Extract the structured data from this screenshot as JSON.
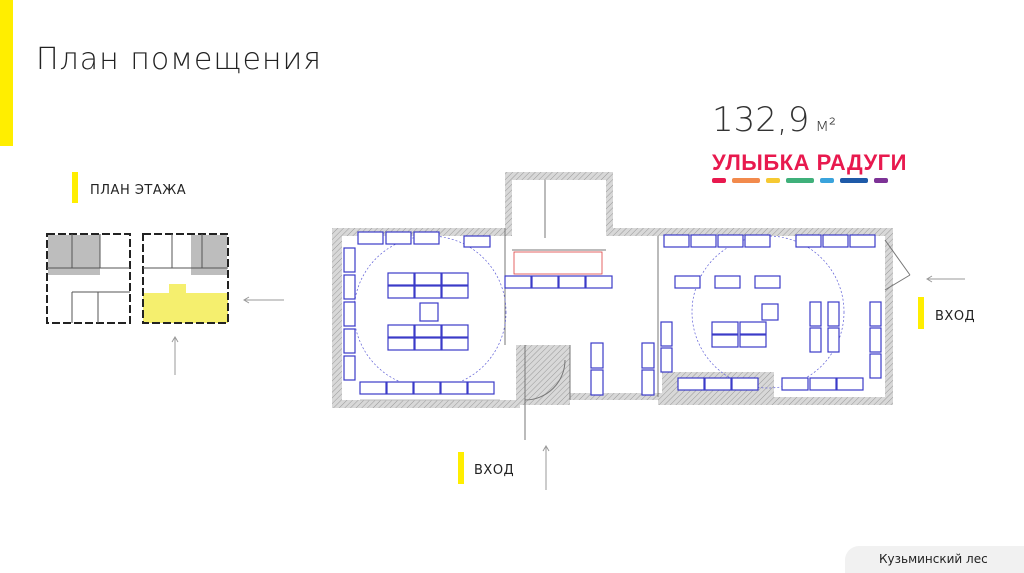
{
  "title": "План помещения",
  "area": {
    "value": "132,9",
    "unit": "м²"
  },
  "logo": {
    "text": "УЛЫБКА РАДУГИ",
    "color": "#e8194e",
    "stripes": [
      "#e8194e",
      "#f28a4c",
      "#f6c932",
      "#3fb07a",
      "#3aa3dc",
      "#1e5aa8",
      "#7d3296"
    ]
  },
  "floor_plan_label": "ПЛАН ЭТАЖА",
  "entrances": {
    "bottom": "ВХОД",
    "right": "ВХОД"
  },
  "footer": "Кузьминский лес",
  "colors": {
    "accent": "#ffee00",
    "highlight": "#f5ef6e",
    "furniture": "#3b3bc8"
  }
}
